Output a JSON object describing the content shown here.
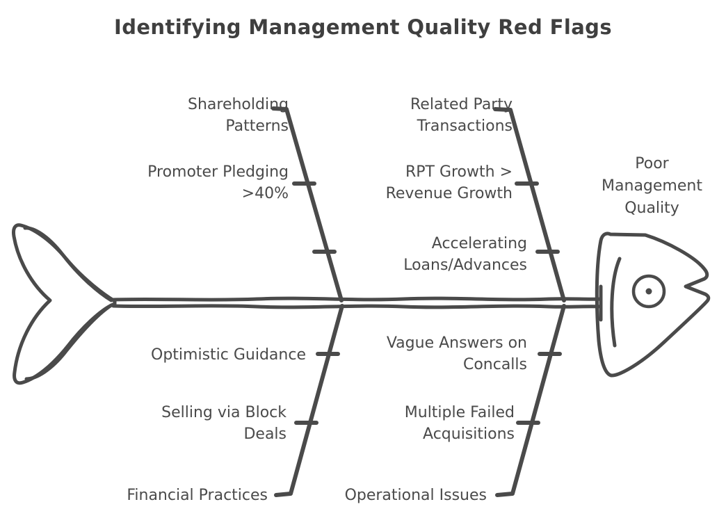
{
  "title": "Identifying Management Quality Red Flags",
  "effect": {
    "label": "Poor\nManagement\nQuality"
  },
  "colors": {
    "ink": "#4a4a4a",
    "title": "#3f3f3f",
    "background": "#ffffff"
  },
  "categories": [
    {
      "id": "financial-practices",
      "label": "Financial Practices",
      "position": "bottom-left",
      "causes": [
        {
          "id": "optimistic-guidance",
          "label": "Optimistic Guidance"
        },
        {
          "id": "block-deals",
          "label": "Selling via Block\nDeals"
        }
      ]
    },
    {
      "id": "operational-issues",
      "label": "Operational Issues",
      "position": "bottom-right",
      "causes": [
        {
          "id": "vague-answers",
          "label": "Vague Answers on\nConcalls"
        },
        {
          "id": "failed-acquisitions",
          "label": "Multiple Failed\nAcquisitions"
        }
      ]
    },
    {
      "id": "shareholding-patterns",
      "label": "Shareholding\nPatterns",
      "position": "top-left",
      "causes": [
        {
          "id": "promoter-pledging",
          "label": "Promoter Pledging\n>40%"
        }
      ]
    },
    {
      "id": "related-party-transactions",
      "label": "Related Party\nTransactions",
      "position": "top-right",
      "causes": [
        {
          "id": "rpt-growth",
          "label": "RPT Growth >\nRevenue Growth"
        },
        {
          "id": "accelerating-loans",
          "label": "Accelerating\nLoans/Advances"
        }
      ]
    }
  ],
  "labels": {
    "shareholding_patterns": "Shareholding\nPatterns",
    "promoter_pledging": "Promoter Pledging\n>40%",
    "related_party_transactions": "Related Party\nTransactions",
    "rpt_growth": "RPT Growth >\nRevenue Growth",
    "accelerating_loans": "Accelerating\nLoans/Advances",
    "optimistic_guidance": "Optimistic Guidance",
    "selling_block_deals": "Selling via Block\nDeals",
    "financial_practices": "Financial Practices",
    "vague_answers": "Vague Answers on\nConcalls",
    "multiple_failed_acquisitions": "Multiple Failed\nAcquisitions",
    "operational_issues": "Operational Issues"
  },
  "icons": {
    "fish_head": "fish-head-icon",
    "fish_tail": "fish-tail-icon",
    "fish_eye": "fish-eye-icon"
  }
}
